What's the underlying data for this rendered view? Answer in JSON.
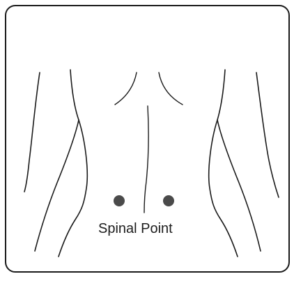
{
  "diagram": {
    "caption": "Spinal Point",
    "line_color": "#1a1a1a",
    "point_color": "#4a4a4a",
    "points": [
      {
        "name": "spinal-point-left"
      },
      {
        "name": "spinal-point-right"
      }
    ]
  }
}
